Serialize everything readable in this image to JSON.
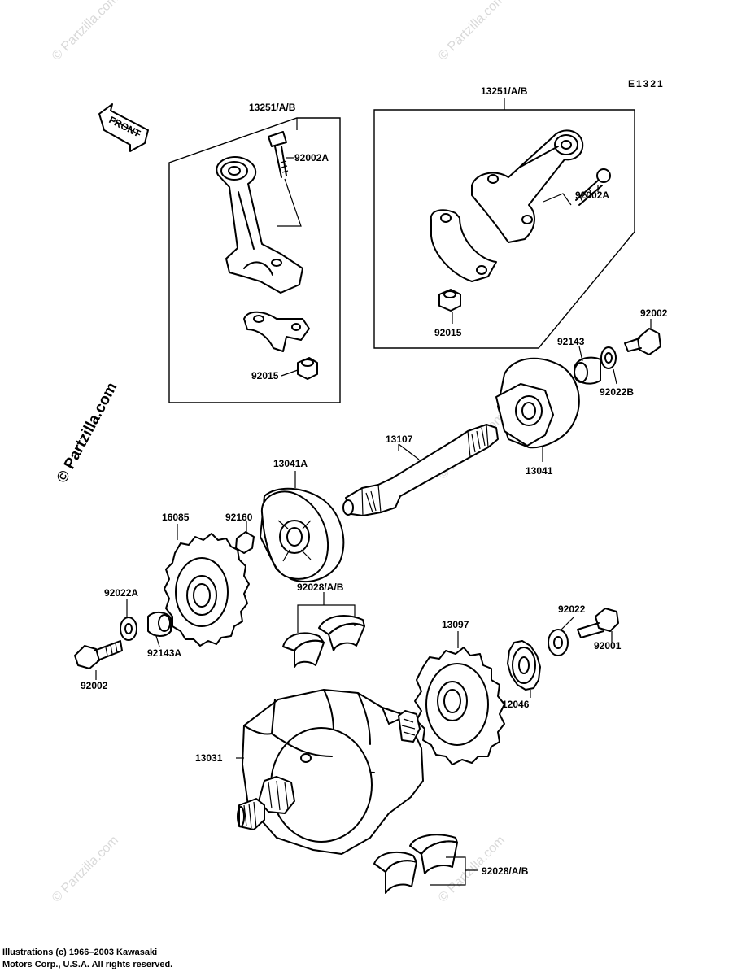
{
  "diagram_code": "E1321",
  "front_label": "FRONT",
  "watermark": "© Partzilla.com",
  "copyright": {
    "line1": "Illustrations (c) 1966–2003 Kawasaki",
    "line2": "Motors Corp., U.S.A.  All rights reserved."
  },
  "parts": {
    "rod_left": "13251/A/B",
    "rod_right": "13251/A/B",
    "bolt_left": "92002A",
    "bolt_right": "92002A",
    "nut_left": "92015",
    "nut_right": "92015",
    "bolt_top_right": "92002",
    "collar_right": "92143",
    "washer_right": "92022B",
    "balancer_shaft": "13107",
    "weight_right": "13041",
    "weight_left": "13041A",
    "key": "92160",
    "sprocket": "16085",
    "washer_left": "92022A",
    "collar_left": "92143A",
    "bolt_left_bottom": "92002",
    "bearing_upper": "92028/A/B",
    "gear": "13097",
    "washer_gear": "92022",
    "bolt_gear": "92001",
    "gear_small": "12046",
    "crankshaft": "13031",
    "bearing_lower": "92028/A/B"
  }
}
